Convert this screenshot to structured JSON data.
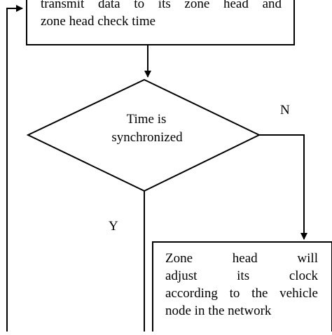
{
  "top_box": {
    "line1": "transmit data to its zone head and",
    "line2": "zone head check time"
  },
  "decision": {
    "line1": "Time is",
    "line2": "synchronized"
  },
  "no_label": "N",
  "yes_label": "Y",
  "adjust_box": {
    "line1": "Zone head will",
    "line2": "adjust its clock",
    "line3": "according to the vehicle",
    "line4": "node in the network"
  },
  "colors": {
    "stroke": "#000000",
    "background": "#ffffff"
  }
}
